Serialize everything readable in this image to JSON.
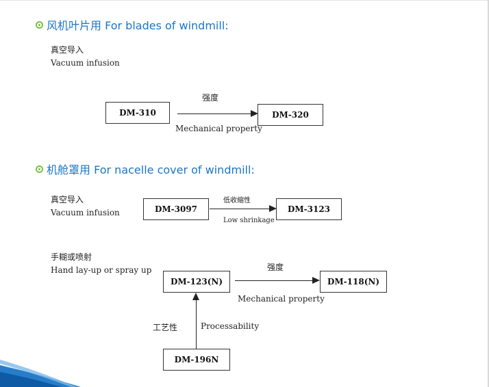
{
  "section1": {
    "heading": "风机叶片用 For blades of windmill:",
    "method_zh": "真空导入",
    "method_en": "Vacuum infusion",
    "box_from": "DM-310",
    "box_to": "DM-320",
    "arrow_label_zh": "强度",
    "arrow_label_en": "Mechanical property"
  },
  "section2": {
    "heading": "机舱罩用 For nacelle cover of windmill:",
    "vacuum": {
      "method_zh": "真空导入",
      "method_en": "Vacuum infusion",
      "box_from": "DM-3097",
      "box_to": "DM-3123",
      "arrow_label_zh": "低收缩性",
      "arrow_label_en": "Low shrinkage"
    },
    "handlay": {
      "method_zh": "手糊或喷射",
      "method_en": "Hand lay-up or spray up",
      "box_from": "DM-123(N)",
      "box_to": "DM-118(N)",
      "arrow_label_zh": "强度",
      "arrow_label_en": "Mechanical property",
      "box_bottom": "DM-196N",
      "up_label_zh": "工艺性",
      "up_label_en": "Processability"
    }
  },
  "colors": {
    "heading": "#1b76c6",
    "bullet": "#7ac043",
    "swoosh": "#1b76c6"
  }
}
